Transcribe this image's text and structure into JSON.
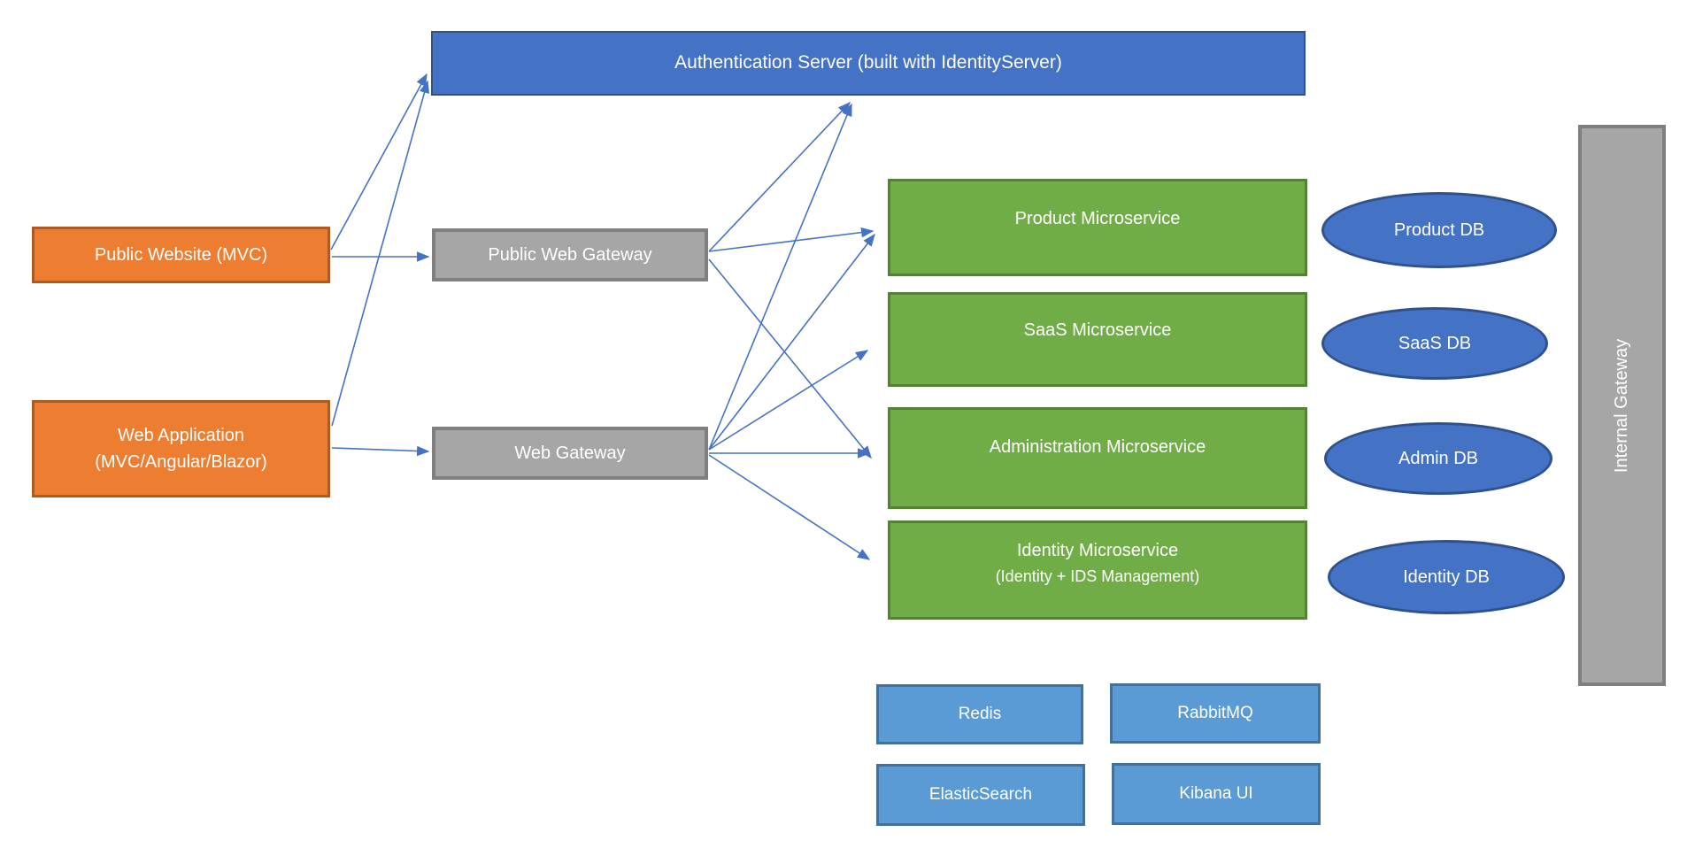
{
  "diagram": {
    "title": "Microservices architecture diagram",
    "colors": {
      "client_fill": "#ED7D31",
      "client_border": "#AE5A21",
      "gateway_fill": "#A6A6A6",
      "gateway_border": "#7F7F7F",
      "auth_fill": "#4472C4",
      "auth_border": "#2F528F",
      "microservice_fill": "#70AD47",
      "microservice_border": "#548235",
      "db_fill": "#4472C4",
      "db_border": "#2F528F",
      "infra_fill": "#5B9BD5",
      "infra_border": "#41719C",
      "arrow": "#4472C4",
      "text": "#ffffff",
      "background": "#ffffff"
    },
    "nodes": {
      "auth_server": {
        "label": "Authentication Server (built with IdentityServer)",
        "shape": "rect"
      },
      "public_website": {
        "label": "Public Website (MVC)",
        "shape": "rect"
      },
      "web_application": {
        "line1": "Web Application",
        "line2": "(MVC/Angular/Blazor)",
        "shape": "rect"
      },
      "public_web_gateway": {
        "label": "Public Web Gateway",
        "shape": "rect"
      },
      "web_gateway": {
        "label": "Web Gateway",
        "shape": "rect"
      },
      "product_ms": {
        "label": "Product Microservice",
        "shape": "rect"
      },
      "saas_ms": {
        "label": "SaaS Microservice",
        "shape": "rect"
      },
      "admin_ms": {
        "label": "Administration Microservice",
        "shape": "rect"
      },
      "identity_ms": {
        "line1": "Identity Microservice",
        "line2": "(Identity + IDS Management)",
        "shape": "rect"
      },
      "product_db": {
        "label": "Product DB",
        "shape": "ellipse"
      },
      "saas_db": {
        "label": "SaaS DB",
        "shape": "ellipse"
      },
      "admin_db": {
        "label": "Admin DB",
        "shape": "ellipse"
      },
      "identity_db": {
        "label": "Identity DB",
        "shape": "ellipse"
      },
      "internal_gateway": {
        "label": "Internal Gateway",
        "shape": "rect",
        "text_orientation": "bottom-to-top"
      },
      "redis": {
        "label": "Redis",
        "shape": "rect"
      },
      "rabbitmq": {
        "label": "RabbitMQ",
        "shape": "rect"
      },
      "elasticsearch": {
        "label": "ElasticSearch",
        "shape": "rect"
      },
      "kibana_ui": {
        "label": "Kibana UI",
        "shape": "rect"
      }
    },
    "edges": [
      {
        "from": "public_website",
        "to": "public_web_gateway"
      },
      {
        "from": "public_website",
        "to": "auth_server"
      },
      {
        "from": "web_application",
        "to": "web_gateway"
      },
      {
        "from": "web_application",
        "to": "auth_server"
      },
      {
        "from": "public_web_gateway",
        "to": "auth_server"
      },
      {
        "from": "public_web_gateway",
        "to": "product_ms"
      },
      {
        "from": "public_web_gateway",
        "to": "admin_ms"
      },
      {
        "from": "web_gateway",
        "to": "auth_server"
      },
      {
        "from": "web_gateway",
        "to": "product_ms"
      },
      {
        "from": "web_gateway",
        "to": "saas_ms"
      },
      {
        "from": "web_gateway",
        "to": "admin_ms"
      },
      {
        "from": "web_gateway",
        "to": "identity_ms"
      }
    ]
  }
}
